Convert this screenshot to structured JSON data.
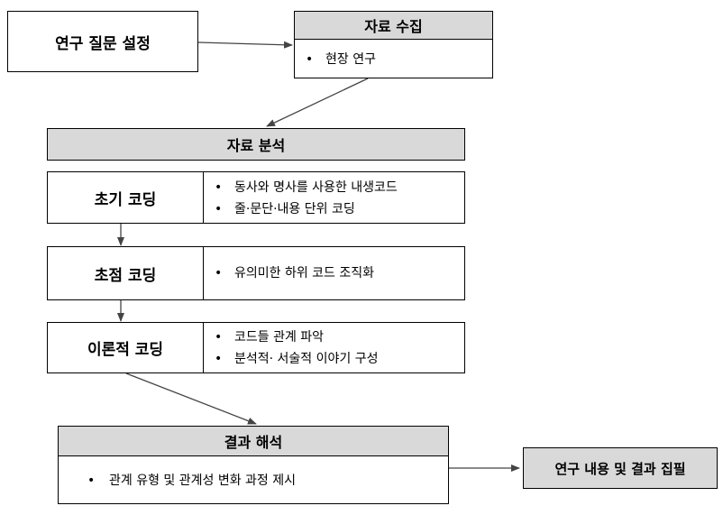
{
  "research_question": "연구 질문 설정",
  "data_collection": {
    "title": "자료 수집",
    "items": [
      "현장 연구"
    ]
  },
  "data_analysis": {
    "title": "자료 분석"
  },
  "initial_coding": {
    "label": "초기 코딩",
    "items": [
      "동사와 명사를 사용한 내생코드",
      "줄·문단·내용 단위 코딩"
    ]
  },
  "focused_coding": {
    "label": "초점 코딩",
    "items": [
      "유의미한 하위 코드 조직화"
    ]
  },
  "theoretical_coding": {
    "label": "이론적 코딩",
    "items": [
      "코드들 관계 파악",
      "분석적· 서술적 이야기 구성"
    ]
  },
  "interpretation": {
    "title": "결과 해석",
    "items": [
      "관계 유형 및 관계성 변화 과정 제시"
    ]
  },
  "writing": "연구 내용 및 결과 집필",
  "bullet": "•"
}
